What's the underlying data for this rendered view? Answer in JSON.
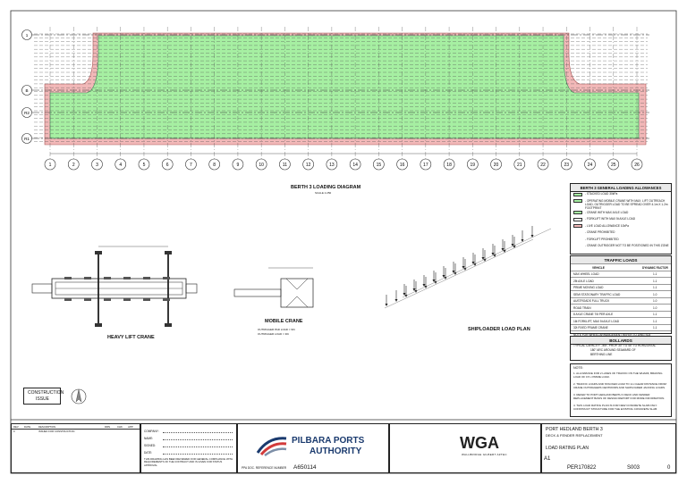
{
  "diagram": {
    "title": "BERTH 3 LOADING DIAGRAM",
    "scale": "SCALE 1:250",
    "grid_cols": [
      "1",
      "2",
      "3",
      "4",
      "5",
      "6",
      "7",
      "8",
      "9",
      "10",
      "11",
      "12",
      "13",
      "14",
      "15",
      "16",
      "17",
      "18",
      "19",
      "20",
      "21",
      "22",
      "23",
      "24",
      "25",
      "26"
    ],
    "grid_rows": [
      "1",
      "B",
      "R2",
      "R1"
    ],
    "colors": {
      "green": "#a6efa2",
      "pink": "#f2b8b8",
      "line": "#555555"
    }
  },
  "legend": {
    "title": "BERTH 3 GENERAL LOADING ALLOWANCES",
    "items": [
      {
        "text": "- STACKED LOAD 30kPa"
      },
      {
        "text": "- OPERATING MOBILE CRANE WITH MAX. LIFT OUTREACH LOAD, OUTRIGGER LOAD TO BE SPREAD OVER 4.1m X 1.2m FOOTPRINT"
      },
      {
        "text": "- CRANE WITH MAX AXLE LOAD"
      },
      {
        "text": "- FORKLIFT WITH MAX 5t AXLE LOAD"
      },
      {
        "text": "- LIVE LOAD ALLOWANCE 10kPa"
      },
      {
        "text": "- CRANE PROHIBITED"
      },
      {
        "text": "- FORKLIFT PROHIBITED"
      },
      {
        "text": "- CRANE OUTRIGGER NOT TO BE POSITIONED IN THIS ZONE"
      }
    ]
  },
  "traffic": {
    "title": "TRAFFIC LOADS",
    "headers": [
      "VEHICLE",
      "DYNAMIC FACTOR"
    ],
    "rows": [
      [
        "MAX WHEEL LOAD",
        "1.1"
      ],
      [
        "25t AXLE LOAD",
        "1.1"
      ],
      [
        "PRIME MOVING LOAD",
        "1.1"
      ],
      [
        "SEMI STATIONARY TRAFFIC LOAD",
        "1.0"
      ],
      [
        "AUSTROADS FULL TRUCK",
        "1.0"
      ],
      [
        "ROAD TRAIN",
        "1.0"
      ],
      [
        "8 AXLE CRANE 70t PER AXLE",
        "1.1"
      ],
      [
        "16t FORKLIFT, MAX 5t AXLE LOAD",
        "1.1"
      ],
      [
        "32t FIXED FRAME CRANE",
        "1.1"
      ],
      [
        "NOTE FOR WHEEL ARRANGEMENT REFER TO DWG S03",
        ""
      ]
    ]
  },
  "bollards": {
    "title": "BOLLARDS",
    "text_1": "TYPICAL CAPACITY - 80t - PROP. 30° TO 45° TO HORIZONTAL",
    "text_2": "180° ARC AROUND SEAWARD OF",
    "text_3": "BERTHING LINE"
  },
  "notes": {
    "title": "NOTE:",
    "items": [
      "1. ALLOWANCE FOR 2 LANES OF TRAFFIC ON THE WHARF, BRAKING LOAD OF 0.5 x PRIME LOAD.",
      "2. TRAFFIC LOADS AND STACKED LOAD TO 1m CLEAR DISTANCE FROM CRANE OUTRIGGERS CENTROIDS AND SHIPLOADER JACKING LOADS.",
      "3. REFER TO PORT HEDLAND BERTH 3 DECK AND FENDER REPLACEMENT BASIS OF DESIGN REPORT FOR MORE INFORMATION.",
      "4. THIS LOAD RATING PLAN IS FOR NEW CONCRETE SLAB ONLY. CONSTRUCT STRUCTURE FOR THE EXISTING CONCRETE SLAB."
    ]
  },
  "drawings": {
    "heavy_crane": "HEAVY LIFT CRANE",
    "mobile_crane": "MOBILE CRANE",
    "shiploader": "SHIPLOADER LOAD PLAN",
    "crane_note_1": "OUTRIGGER PAD LOAD = 90t",
    "crane_note_2": "OUTRIGGER LOAD = 30t"
  },
  "stamp": {
    "line1": "CONSTRUCTION",
    "line2": "ISSUE"
  },
  "title_block": {
    "revision_headers": [
      "REV",
      "DATE",
      "DESCRIPTION",
      "DRN",
      "CHK",
      "APP"
    ],
    "rev_row": [
      "0",
      "",
      "ISSUED FOR CONSTRUCTION",
      "",
      "",
      ""
    ],
    "approval_labels": [
      "COMPANY:",
      "NAME:",
      "SIGNED:",
      "DATE:"
    ],
    "disclaimer": "THIS DRAWING HAS BEEN REVIEWED FOR GENERAL COMPLIANCE WITH REQUIREMENTS OF THE CONTRACT AND IS GIVEN FOR STATUS APPROVAL",
    "client_logo_line1": "PILBARA PORTS",
    "client_logo_line2": "AUTHORITY",
    "ppa_ref_label": "PPA DOC. REFERENCE NUMBER",
    "ppa_ref": "A650114",
    "consultant": "WGA",
    "consultant_sub": "WALLBRIDGE GILBERT AZTEC",
    "project_line1": "PORT HEDLAND BERTH 3",
    "project_line2": "DECK & FENDER REPLACEMENT",
    "drawing_title": "LOAD RATING PLAN",
    "size": "A1",
    "drawing_no": "PER170822",
    "sheet_no": "S003",
    "rev": "0"
  }
}
